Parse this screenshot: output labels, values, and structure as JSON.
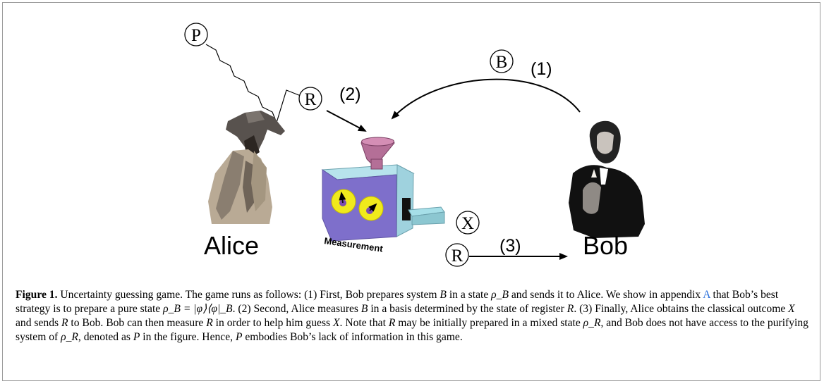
{
  "figure": {
    "names": {
      "alice": "Alice",
      "bob": "Bob",
      "measurement": "Measurement"
    },
    "systems": {
      "p": "P",
      "r_top": "R",
      "b": "B",
      "x": "X",
      "r_bottom": "R"
    },
    "steps": {
      "one": "(1)",
      "two": "(2)",
      "three": "(3)"
    }
  },
  "caption": {
    "label": "Figure 1.",
    "t1": " Uncertainty guessing game. The game runs as follows: (1) First, Bob prepares system ",
    "sysB": "B",
    "t2": " in a state ",
    "rhoB": "ρ_B",
    "t3": " and sends it to Alice. We show in appendix ",
    "appendix": "A",
    "t4": " that Bob’s best strategy is to prepare a pure state ",
    "pure_state": "ρ_B = |φ⟩⟨φ|_B",
    "t5": ". (2) Second, Alice measures ",
    "sysB2": "B",
    "t6": " in a basis determined by the state of register ",
    "sysR": "R",
    "t7": ". (3) Finally, Alice obtains the classical outcome ",
    "sysX": "X",
    "t8": " and sends ",
    "sysR2": "R",
    "t9": " to Bob. Bob can then measure ",
    "sysR3": "R",
    "t10": " in order to help him guess ",
    "sysX2": "X",
    "t11": ". Note that ",
    "sysR4": "R",
    "t12": " may be initially prepared in a mixed state ",
    "rhoR": "ρ_R",
    "t13": ", and Bob does not have access to the purifying system of ",
    "rhoR2": "ρ_R",
    "t14": ", denoted as ",
    "sysP": "P",
    "t15": " in the figure. Hence, ",
    "sysP2": "P",
    "t16": " embodies Bob’s lack of information in this game."
  }
}
